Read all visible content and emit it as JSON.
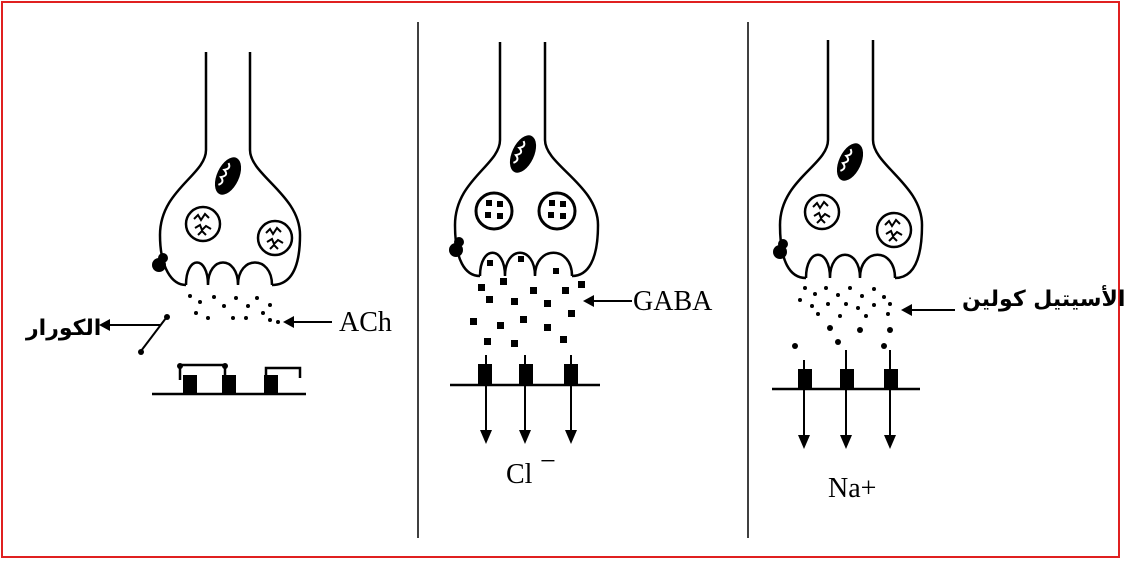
{
  "labels": {
    "curare": "الكورار",
    "ach": "ACh",
    "gaba": "GABA",
    "chloride": "Cl",
    "chloride_charge": "−",
    "acetylcholine": "الأسيتيل كولين",
    "sodium": "Na+"
  },
  "colors": {
    "border": "#e02020",
    "ink": "#000000"
  }
}
